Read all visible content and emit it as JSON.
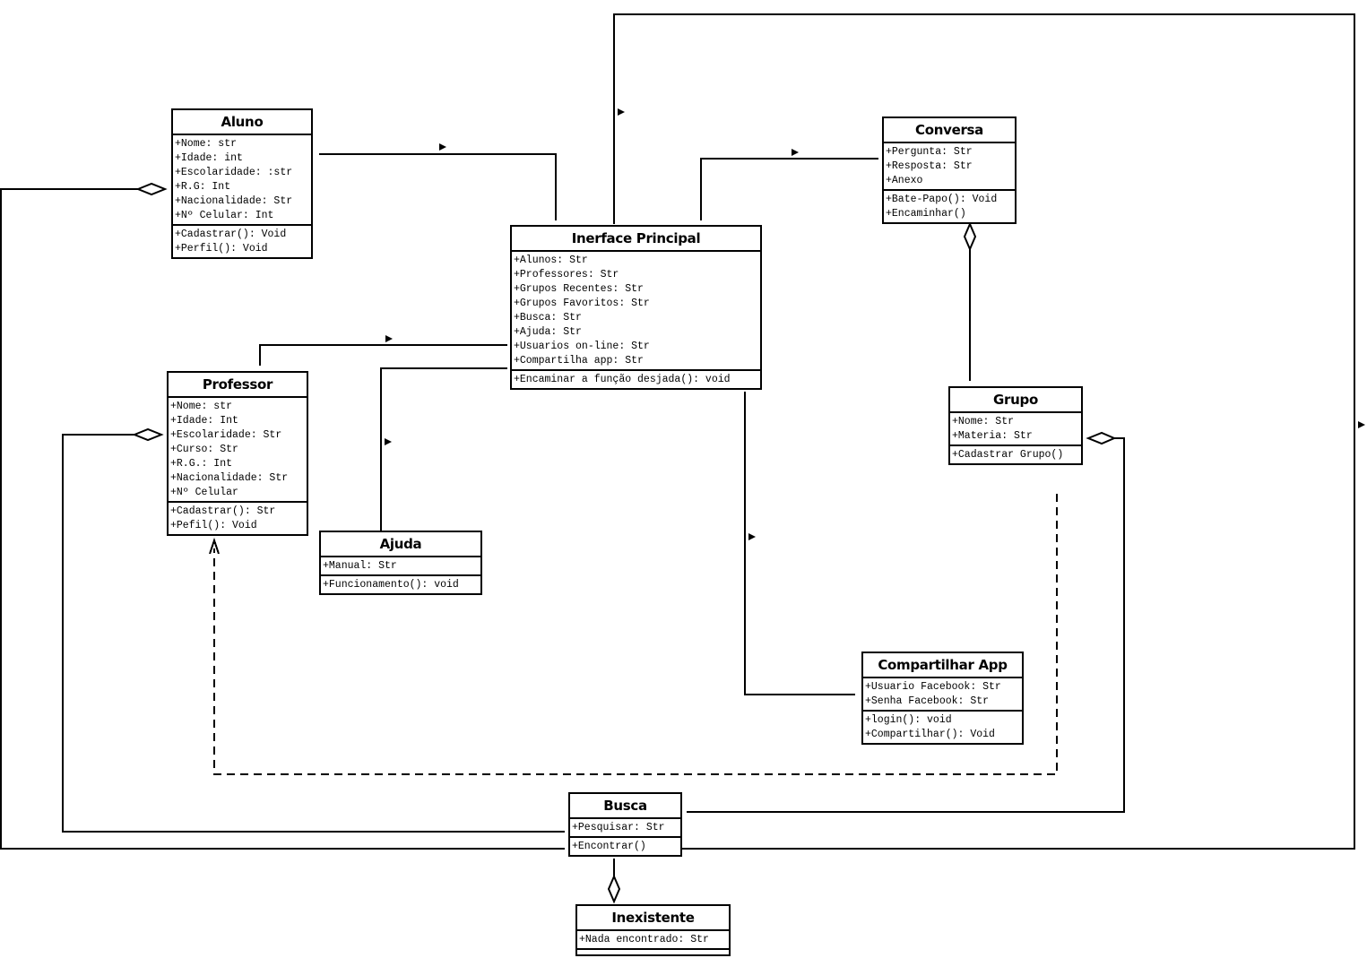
{
  "diagram": {
    "type": "uml-class-diagram",
    "classes": {
      "aluno": {
        "name": "Aluno",
        "attributes": [
          "+Nome: str",
          "+Idade: int",
          "+Escolaridade: :str",
          "+R.G: Int",
          "+Nacionalidade: Str",
          "+Nº Celular: Int"
        ],
        "methods": [
          "+Cadastrar(): Void",
          "+Perfil(): Void"
        ]
      },
      "interface": {
        "name": "Inerface Principal",
        "attributes": [
          "+Alunos: Str",
          "+Professores: Str",
          "+Grupos Recentes: Str",
          "+Grupos Favoritos: Str",
          "+Busca: Str",
          "+Ajuda: Str",
          "+Usuarios on-line: Str",
          "+Compartilha app: Str"
        ],
        "methods": [
          "+Encaminar a função desjada(): void"
        ]
      },
      "conversa": {
        "name": "Conversa",
        "attributes": [
          "+Pergunta: Str",
          "+Resposta: Str",
          "+Anexo"
        ],
        "methods": [
          "+Bate-Papo(): Void",
          "+Encaminhar()"
        ]
      },
      "professor": {
        "name": "Professor",
        "attributes": [
          "+Nome: str",
          "+Idade: Int",
          "+Escolaridade: Str",
          "+Curso: Str",
          "+R.G.: Int",
          "+Nacionalidade: Str",
          "+Nº Celular"
        ],
        "methods": [
          "+Cadastrar(): Str",
          "+Pefil(): Void"
        ]
      },
      "ajuda": {
        "name": "Ajuda",
        "attributes": [
          "+Manual: Str"
        ],
        "methods": [
          "+Funcionamento(): void"
        ]
      },
      "grupo": {
        "name": "Grupo",
        "attributes": [
          "+Nome: Str",
          "+Materia: Str"
        ],
        "methods": [
          "+Cadastrar Grupo()"
        ]
      },
      "compartilhar": {
        "name": "Compartilhar App",
        "attributes": [
          "+Usuario Facebook: Str",
          "+Senha Facebook: Str"
        ],
        "methods": [
          "+login(): void",
          "+Compartilhar(): Void"
        ]
      },
      "busca": {
        "name": "Busca",
        "attributes": [
          "+Pesquisar: Str"
        ],
        "methods": [
          "+Encontrar()"
        ]
      },
      "inexistente": {
        "name": "Inexistente",
        "attributes": [
          "+Nada encontrado: Str"
        ],
        "methods": []
      }
    },
    "relationships": [
      {
        "from": "Aluno",
        "to": "Inerface Principal",
        "type": "association",
        "direction": "navigable"
      },
      {
        "from": "Professor",
        "to": "Inerface Principal",
        "type": "association",
        "direction": "navigable"
      },
      {
        "from": "Ajuda",
        "to": "Inerface Principal",
        "type": "association",
        "direction": "navigable"
      },
      {
        "from": "Inerface Principal",
        "to": "Conversa",
        "type": "association",
        "direction": "navigable"
      },
      {
        "from": "Inerface Principal",
        "to": "Compartilhar App",
        "type": "association",
        "direction": "navigable"
      },
      {
        "from": "Inerface Principal",
        "to": "Busca",
        "type": "association",
        "direction": "navigable"
      },
      {
        "from": "Grupo",
        "to": "Conversa",
        "type": "aggregation"
      },
      {
        "from": "Busca",
        "to": "Aluno",
        "type": "aggregation"
      },
      {
        "from": "Busca",
        "to": "Professor",
        "type": "aggregation"
      },
      {
        "from": "Busca",
        "to": "Grupo",
        "type": "aggregation"
      },
      {
        "from": "Inexistente",
        "to": "Busca",
        "type": "aggregation"
      },
      {
        "from": "Grupo",
        "to": "Professor",
        "type": "dependency",
        "style": "dashed"
      }
    ],
    "colors": {
      "line": "#000000",
      "background": "#ffffff"
    }
  }
}
